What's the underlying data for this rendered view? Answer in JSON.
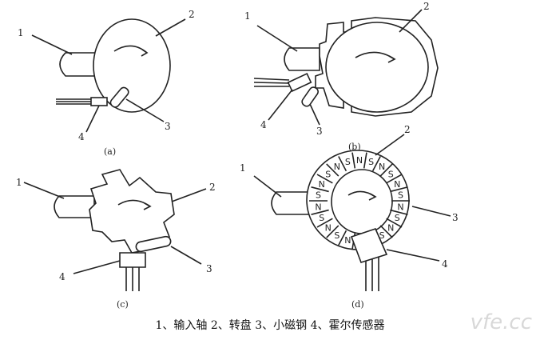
{
  "diagram": {
    "panels": [
      {
        "id": "a",
        "sublabel": "(a)",
        "labels": [
          "1",
          "2",
          "3",
          "4"
        ]
      },
      {
        "id": "b",
        "sublabel": "(b)",
        "labels": [
          "1",
          "2",
          "3",
          "4"
        ]
      },
      {
        "id": "c",
        "sublabel": "(c)",
        "labels": [
          "1",
          "2",
          "3",
          "4"
        ]
      },
      {
        "id": "d",
        "sublabel": "(d)",
        "labels": [
          "1",
          "2",
          "3",
          "4"
        ]
      }
    ],
    "magnet_letters": [
      "N",
      "S"
    ]
  },
  "caption": "1、输入轴 2、转盘 3、小磁钢 4、霍尔传感器",
  "watermark": "vfe.cc"
}
